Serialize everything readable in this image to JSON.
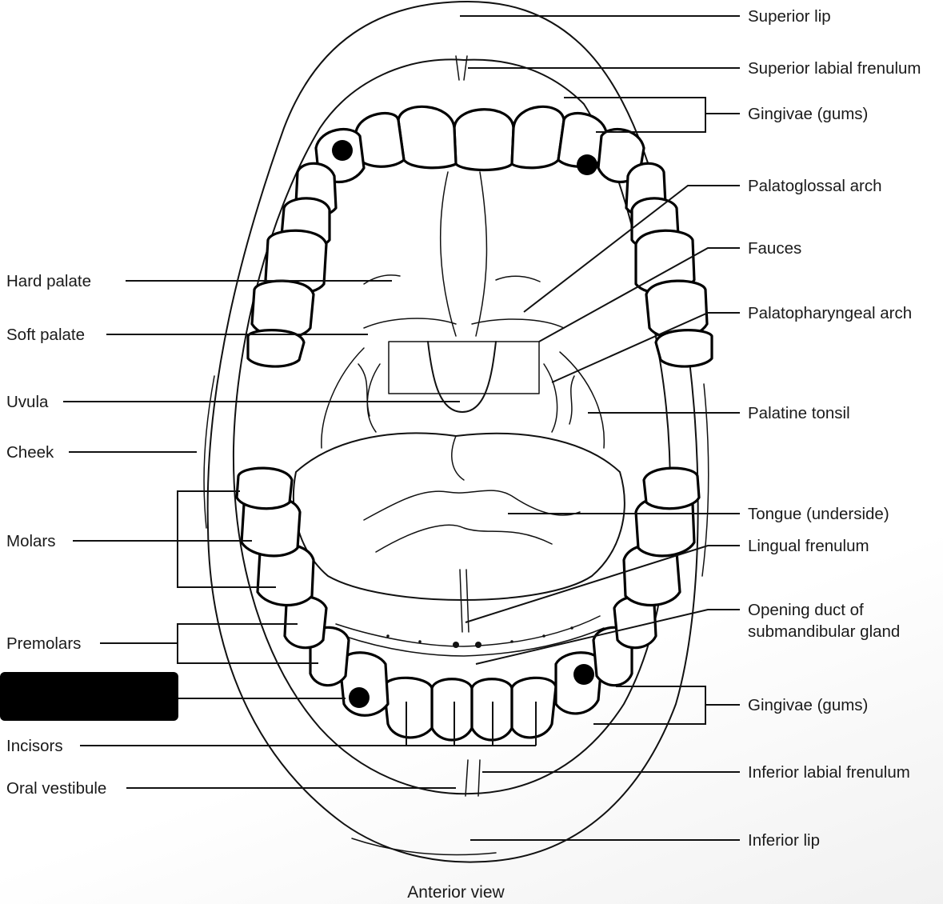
{
  "labels_right": {
    "superior_lip": "Superior lip",
    "superior_labial_frenulum": "Superior labial frenulum",
    "gingivae_upper": "Gingivae (gums)",
    "palatoglossal_arch": "Palatoglossal arch",
    "fauces": "Fauces",
    "palatopharyngeal_arch": "Palatopharyngeal arch",
    "palatine_tonsil": "Palatine tonsil",
    "tongue_underside": "Tongue (underside)",
    "lingual_frenulum": "Lingual frenulum",
    "opening_duct_line1": "Opening duct of",
    "opening_duct_line2": "submandibular gland",
    "gingivae_lower": "Gingivae (gums)",
    "inferior_labial_frenulum": "Inferior labial frenulum",
    "inferior_lip": "Inferior lip"
  },
  "labels_left": {
    "hard_palate": "Hard palate",
    "soft_palate": "Soft palate",
    "uvula": "Uvula",
    "cheek": "Cheek",
    "molars": "Molars",
    "premolars": "Premolars",
    "incisors": "Incisors",
    "oral_vestibule": "Oral vestibule"
  },
  "caption": "Anterior view",
  "colors": {
    "ink": "#111111",
    "redaction": "#000000",
    "background": "#ffffff"
  }
}
